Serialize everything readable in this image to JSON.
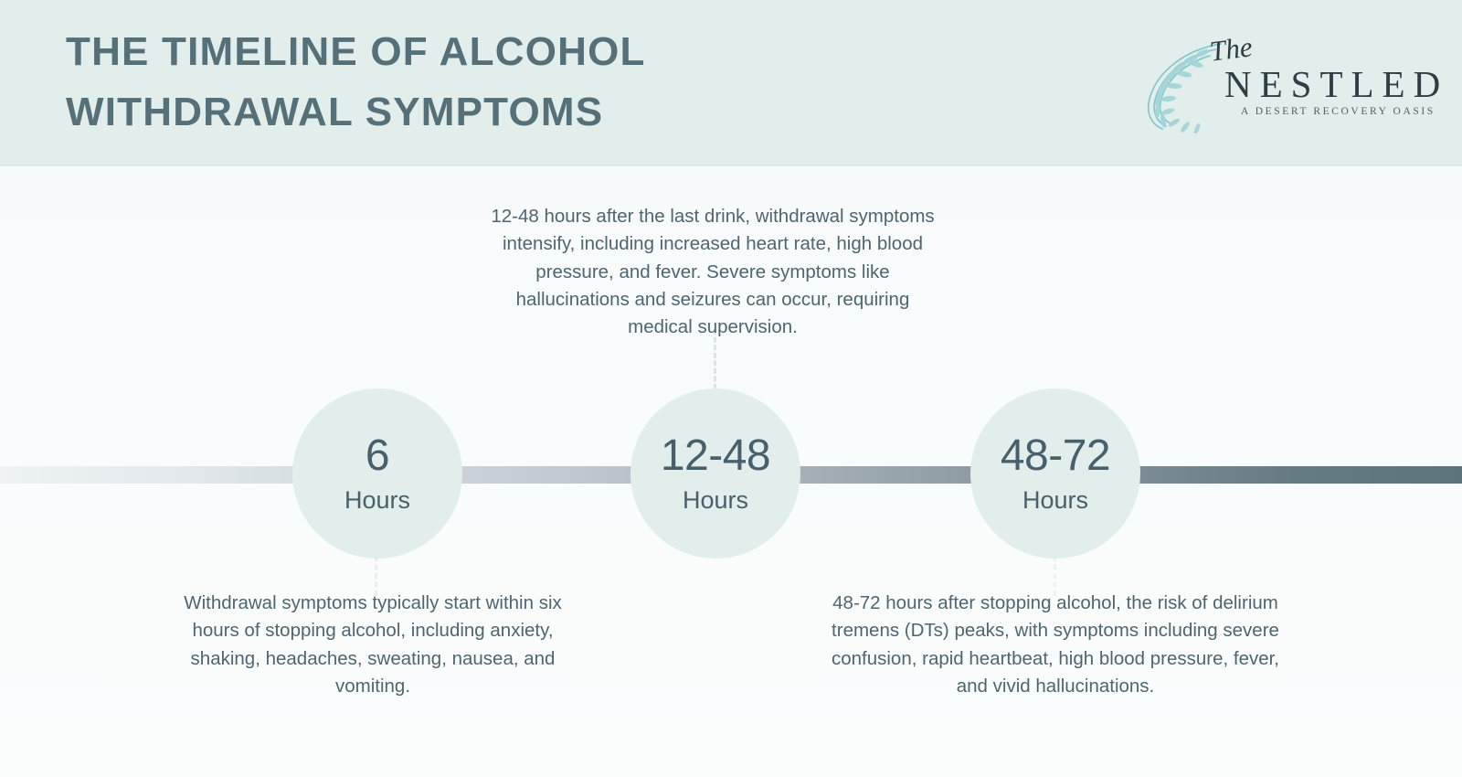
{
  "header": {
    "title_lines": [
      "THE TIMELINE OF ALCOHOL",
      "WITHDRAWAL SYMPTOMS"
    ],
    "background_color": "#e2eeeb",
    "title_color": "#56707a"
  },
  "logo": {
    "script_word": "The",
    "name": "NESTLED",
    "tagline": "A DESERT RECOVERY OASIS",
    "wreath_color": "#7fc5c9",
    "text_color": "#2f3e46"
  },
  "timeline": {
    "bar_gradient_from": "#eef3f5",
    "bar_gradient_to": "#5c737d",
    "node_fill_color": "#e1eeeb",
    "node_text_color": "#47606b",
    "connector_color": "#d5dde1",
    "nodes": [
      {
        "id": "node-1",
        "value": "6",
        "unit": "Hours"
      },
      {
        "id": "node-2",
        "value": "12-48",
        "unit": "Hours"
      },
      {
        "id": "node-3",
        "value": "48-72",
        "unit": "Hours"
      }
    ]
  },
  "descriptions": {
    "top": "12-48 hours after the last drink, withdrawal symptoms intensify, including increased heart rate, high blood pressure, and fever. Severe symptoms like hallucinations and seizures can occur, requiring medical supervision.",
    "left": "Withdrawal symptoms typically start within six hours of stopping alcohol, including anxiety, shaking, headaches, sweating, nausea, and vomiting.",
    "right": "48-72 hours after stopping alcohol, the risk of delirium tremens (DTs) peaks, with symptoms including severe confusion, rapid heartbeat, high blood pressure, fever, and vivid hallucinations.",
    "text_color": "#4e6570"
  }
}
